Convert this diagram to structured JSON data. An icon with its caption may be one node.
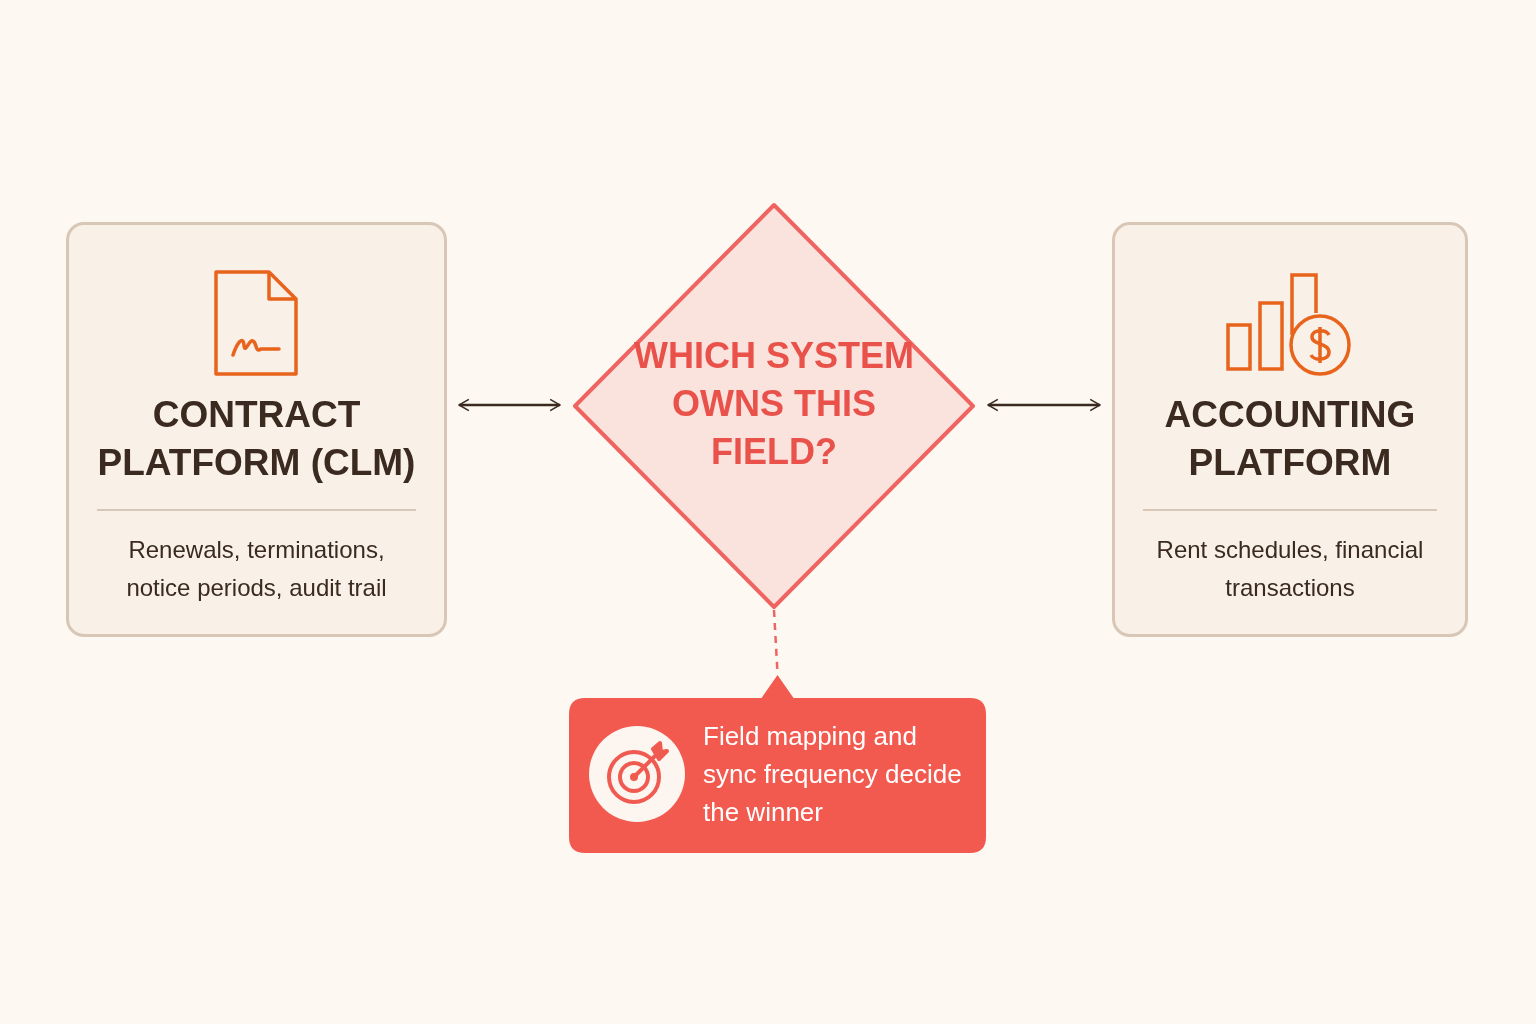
{
  "diagram": {
    "nodes": [
      {
        "text": [
          "CONTRACT PLATFORM (CLM)",
          "Renewals, terminations, notice periods, audit trail"
        ]
      },
      {
        "text": [
          "WHICH SYSTEM OWNS THIS FIELD?"
        ]
      },
      {
        "text": [
          "ACCOUNTING PLATFORM",
          "Rent schedules, financial transactions"
        ]
      },
      {
        "text": [
          "Field mapping and sync frequency decide the winner"
        ]
      }
    ],
    "edges": [
      {
        "from": 0,
        "to": 1,
        "arrow": "both"
      },
      {
        "from": 1,
        "to": 2,
        "arrow": "both"
      },
      {
        "from": 1,
        "to": 3,
        "arrow": "none",
        "style": "dashed",
        "color": "#ef6461"
      }
    ]
  }
}
